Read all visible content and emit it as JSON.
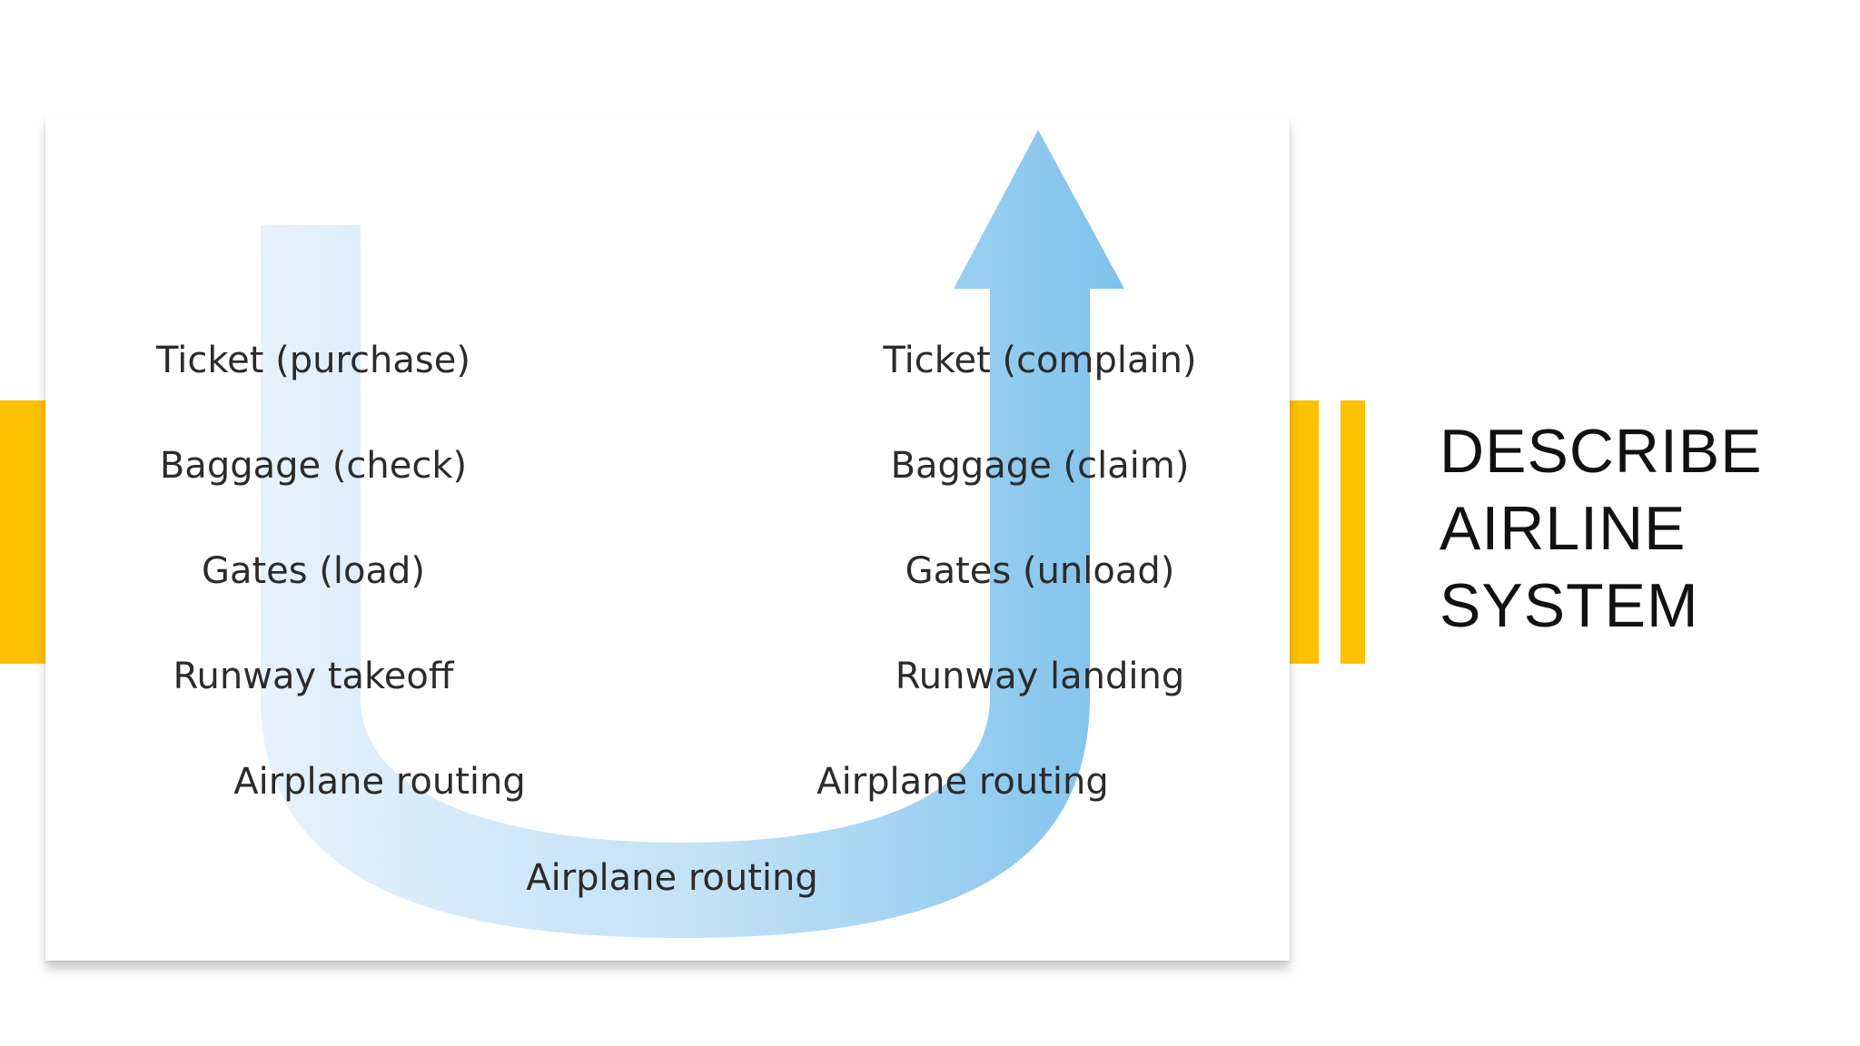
{
  "slide": {
    "title_lines": [
      "DESCRIBE",
      "AIRLINE",
      "SYSTEM"
    ]
  },
  "colors": {
    "accent": "#FFC000",
    "arrow_light": "#e6f2fc",
    "arrow_dark": "#7fc2ec",
    "text": "#2b2b2b"
  },
  "diagram": {
    "left_column": [
      "Ticket (purchase)",
      "Baggage (check)",
      "Gates (load)",
      "Runway takeoff",
      "Airplane routing"
    ],
    "right_column": [
      "Ticket (complain)",
      "Baggage (claim)",
      "Gates (unload)",
      "Runway landing",
      "Airplane routing"
    ],
    "bottom_label": "Airplane routing"
  }
}
